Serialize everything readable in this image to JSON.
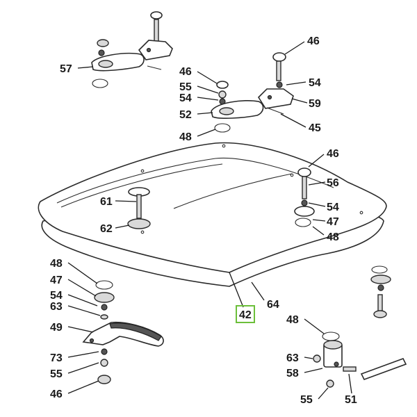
{
  "diagram": {
    "highlight_color": "#6cbf3a",
    "highlighted_part": "42",
    "labels": {
      "l57": "57",
      "l46a": "46",
      "l55a": "55",
      "l54a": "54",
      "l52": "52",
      "l48a": "48",
      "l46b": "46",
      "l54b": "54",
      "l59": "59",
      "l45": "45",
      "l46c": "46",
      "l56": "56",
      "l54c": "54",
      "l47a": "47",
      "l48b": "48",
      "l61": "61",
      "l62": "62",
      "l64": "64",
      "l42": "42",
      "l48c": "48",
      "l47b": "47",
      "l54d": "54",
      "l63a": "63",
      "l49": "49",
      "l73": "73",
      "l55b": "55",
      "l46d": "46",
      "l48d": "48",
      "l63b": "63",
      "l58": "58",
      "l55c": "55",
      "l51": "51"
    }
  }
}
